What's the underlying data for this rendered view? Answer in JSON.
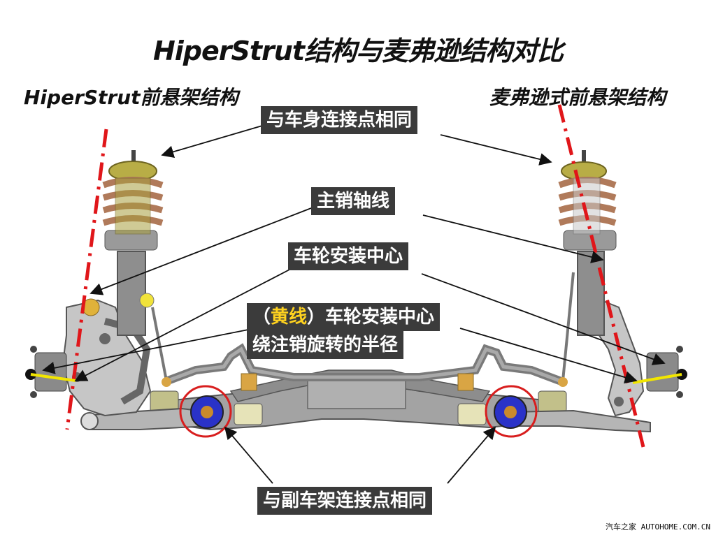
{
  "title": "HiperStrut结构与麦弗逊结构对比",
  "left_label": "HiperStrut前悬架结构",
  "right_label": "麦弗逊式前悬架结构",
  "callouts": {
    "body_mount": "与车身连接点相同",
    "kingpin_axis": "主销轴线",
    "wheel_center": "车轮安装中心",
    "radius_paren_open": "（",
    "radius_yellow": "黄线",
    "radius_paren_close": "）车轮安装中心",
    "radius_line2": "绕注销旋转的半径",
    "subframe_mount": "与副车架连接点相同"
  },
  "watermark": "汽车之家 AUTOHOME.COM.CN",
  "colors": {
    "kingpin_line": "#e0161a",
    "radius_line": "#f2e600",
    "spring": "#b38a6a",
    "strut": "#8c8c8c",
    "subframe": "#9a9a9a",
    "bushing_ring": "#d81e1e",
    "bushing_core": "#2a32c8",
    "tag_bg": "#3b3b3b"
  }
}
